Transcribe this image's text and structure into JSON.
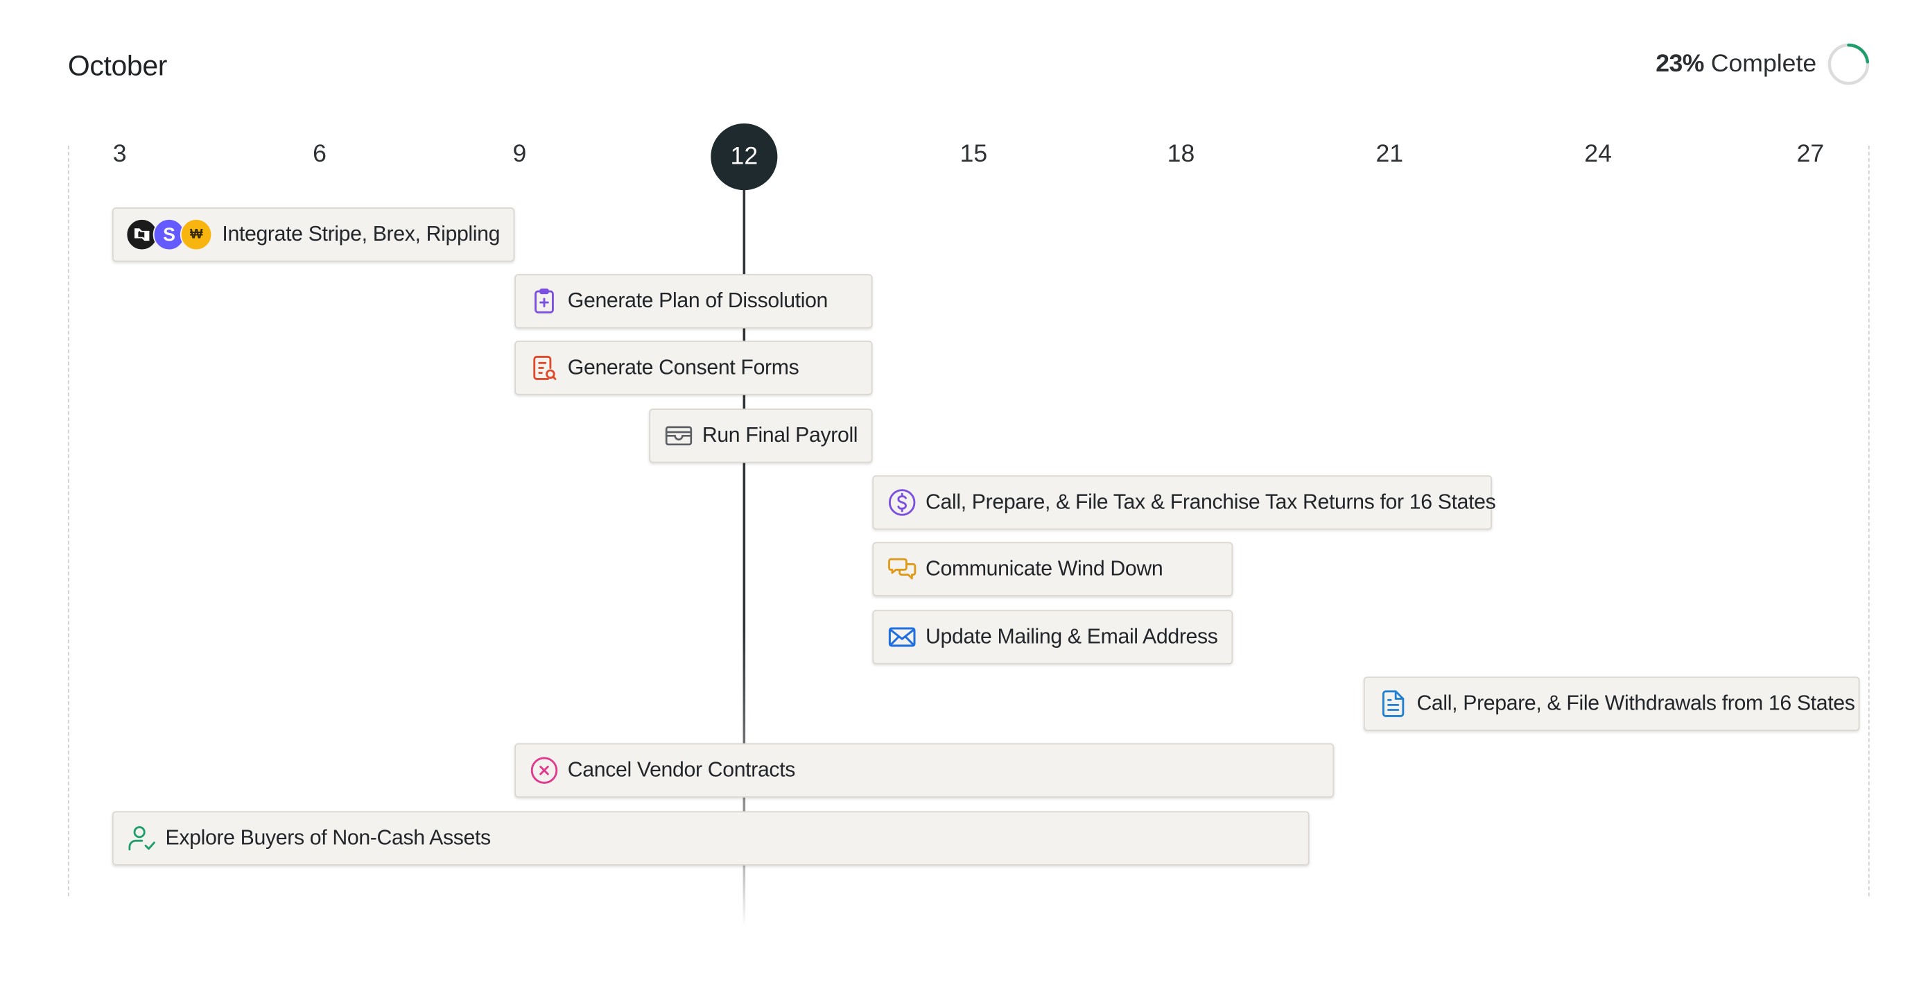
{
  "header": {
    "month": "October",
    "progress_percent": "23%",
    "progress_label": "Complete",
    "progress_value": 0.23,
    "progress_color": "#1f9d6b"
  },
  "timeline": {
    "ticks": [
      "3",
      "6",
      "9",
      "12",
      "15",
      "18",
      "21",
      "24",
      "27"
    ],
    "today": "12",
    "today_color": "#1e2a2d"
  },
  "tasks": [
    {
      "label": "Integrate Stripe, Brex, Rippling",
      "icon": "integration-logos",
      "logos": [
        "brex-logo",
        "stripe-logo",
        "rippling-logo"
      ],
      "logo_letters": [
        "",
        "S",
        "₩"
      ]
    },
    {
      "label": "Generate Plan of Dissolution",
      "icon": "clipboard-plus-icon",
      "color": "#7b4fe0"
    },
    {
      "label": "Generate Consent Forms",
      "icon": "document-search-icon",
      "color": "#e0492a"
    },
    {
      "label": "Run Final Payroll",
      "icon": "wallet-icon",
      "color": "#5b5f63"
    },
    {
      "label": "Call, Prepare, & File Tax & Franchise Tax Returns for 16 States",
      "icon": "dollar-circle-icon",
      "color": "#7b4fe0"
    },
    {
      "label": "Communicate Wind Down",
      "icon": "chat-bubbles-icon",
      "color": "#e09a1a"
    },
    {
      "label": "Update Mailing & Email Address",
      "icon": "mail-icon",
      "color": "#1f6fe0"
    },
    {
      "label": "Call, Prepare, & File Withdrawals from 16 States",
      "icon": "document-text-icon",
      "color": "#1f7fd0"
    },
    {
      "label": "Cancel Vendor Contracts",
      "icon": "x-circle-icon",
      "color": "#e03a8f"
    },
    {
      "label": "Explore Buyers of Non-Cash Assets",
      "icon": "user-check-icon",
      "color": "#1f9d6b"
    }
  ]
}
